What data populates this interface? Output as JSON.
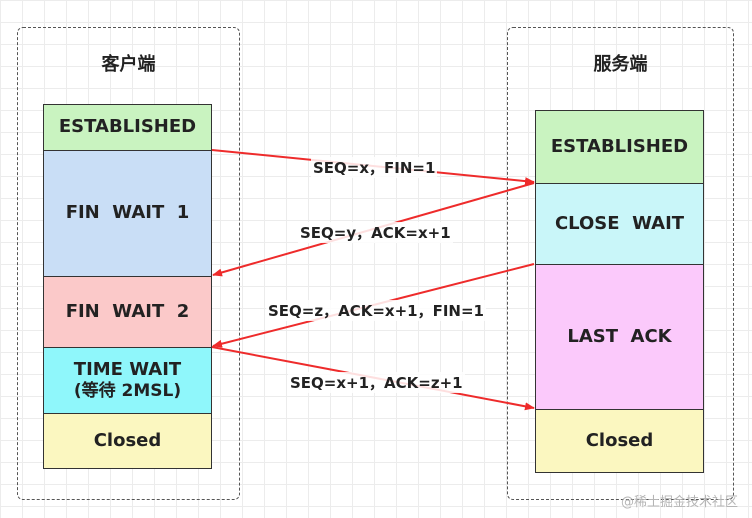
{
  "client": {
    "title": "客户端",
    "states": [
      {
        "label": "ESTABLISHED",
        "color": "#c9f3c0"
      },
      {
        "label": "FIN  WAIT  1",
        "color": "#c9def6"
      },
      {
        "label": "FIN  WAIT  2",
        "color": "#fbc9c9"
      },
      {
        "label": "TIME WAIT",
        "sub": "(等待 2MSL)",
        "color": "#8ff7fb"
      },
      {
        "label": "Closed",
        "color": "#fbf7c0"
      }
    ]
  },
  "server": {
    "title": "服务端",
    "states": [
      {
        "label": "ESTABLISHED",
        "color": "#c9f3c0"
      },
      {
        "label": "CLOSE  WAIT",
        "color": "#c9f6f9"
      },
      {
        "label": "LAST  ACK",
        "color": "#fbc9fb"
      },
      {
        "label": "Closed",
        "color": "#fbf7c0"
      }
    ]
  },
  "messages": [
    {
      "label": "SEQ=x，FIN=1",
      "from": "client",
      "to": "server"
    },
    {
      "label": "SEQ=y，ACK=x+1",
      "from": "server",
      "to": "client"
    },
    {
      "label": "SEQ=z，ACK=x+1，FIN=1",
      "from": "server",
      "to": "client"
    },
    {
      "label": "SEQ=x+1，ACK=z+1",
      "from": "client",
      "to": "server"
    }
  ],
  "arrow_color": "#ee2b2b",
  "watermark": "@稀土掘金技术社区"
}
